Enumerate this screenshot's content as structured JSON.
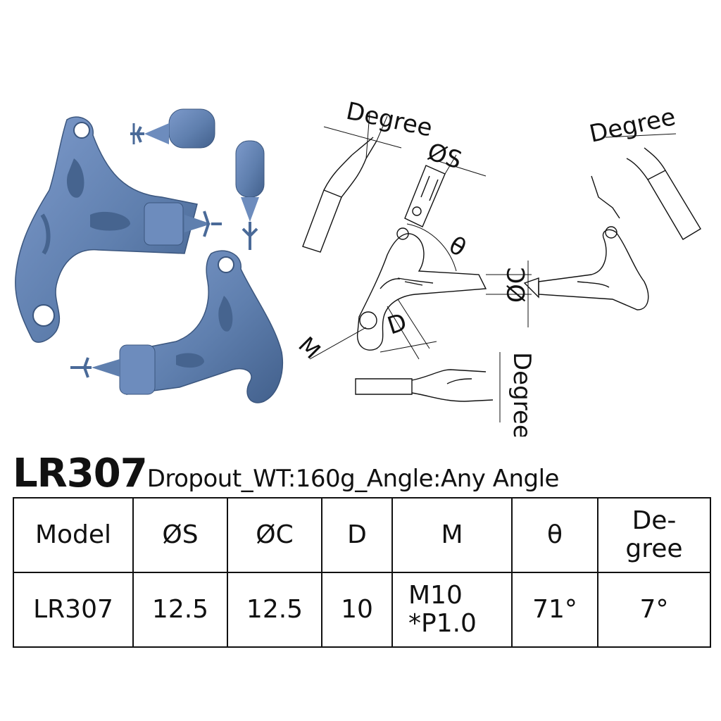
{
  "title": {
    "model_code": "LR307",
    "subtitle": "Dropout_WT:160g_Angle:Any Angle"
  },
  "diagram": {
    "labels": {
      "degree_top": "Degree",
      "diameter_s": "ØS",
      "degree_right": "Degree",
      "theta": "θ",
      "diameter_c": "ØC",
      "m": "M",
      "d": "D",
      "degree_bottom": "Degree"
    }
  },
  "table": {
    "headers": [
      "Model",
      "ØS",
      "ØC",
      "D",
      "M",
      "θ",
      "De-\ngree"
    ],
    "row": [
      "LR307",
      "12.5",
      "12.5",
      "10",
      "M10\n*P1.0",
      "71°",
      "7°"
    ]
  },
  "colors": {
    "part_fill": "#5f7fae",
    "part_shadow": "#46648f",
    "line": "#111111"
  }
}
